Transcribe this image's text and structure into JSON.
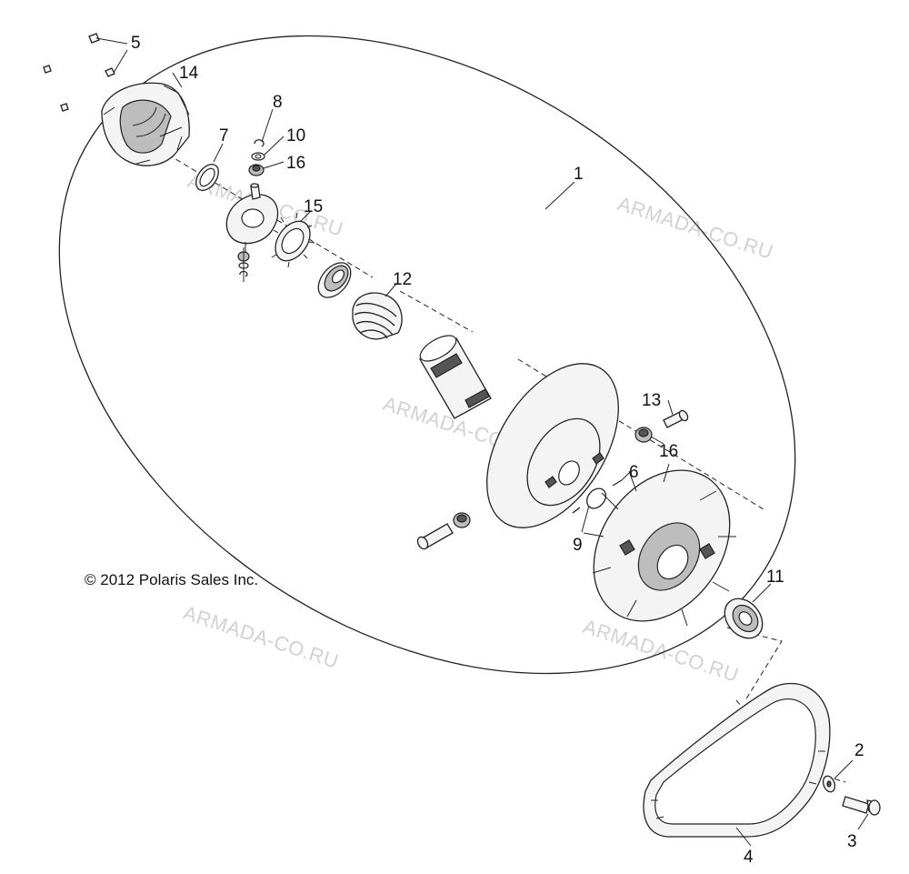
{
  "copyright": "© 2012 Polaris Sales Inc.",
  "watermark": "ARMADA-CO.RU",
  "callouts": {
    "c1": "1",
    "c2": "2",
    "c3": "3",
    "c4": "4",
    "c5": "5",
    "c6": "6",
    "c7": "7",
    "c8": "8",
    "c9": "9",
    "c10": "10",
    "c11": "11",
    "c12": "12",
    "c13": "13",
    "c14": "14",
    "c15": "15",
    "c16a": "16",
    "c16b": "16"
  },
  "parts": [
    {
      "id": "1",
      "icon": "driven-clutch-assembly-icon"
    },
    {
      "id": "2",
      "icon": "washer-icon"
    },
    {
      "id": "3",
      "icon": "bolt-icon"
    },
    {
      "id": "4",
      "icon": "drive-belt-icon"
    },
    {
      "id": "5",
      "icon": "screw-icon"
    },
    {
      "id": "6",
      "icon": "pin-icon"
    },
    {
      "id": "7",
      "icon": "bushing-icon"
    },
    {
      "id": "8",
      "icon": "e-clip-icon"
    },
    {
      "id": "9",
      "icon": "snap-ring-icon"
    },
    {
      "id": "10",
      "icon": "washer-icon"
    },
    {
      "id": "11",
      "icon": "bearing-icon"
    },
    {
      "id": "12",
      "icon": "spring-icon"
    },
    {
      "id": "13",
      "icon": "pin-icon"
    },
    {
      "id": "14",
      "icon": "helix-cover-icon"
    },
    {
      "id": "15",
      "icon": "spring-retainer-icon"
    },
    {
      "id": "16",
      "icon": "roller-icon"
    }
  ]
}
